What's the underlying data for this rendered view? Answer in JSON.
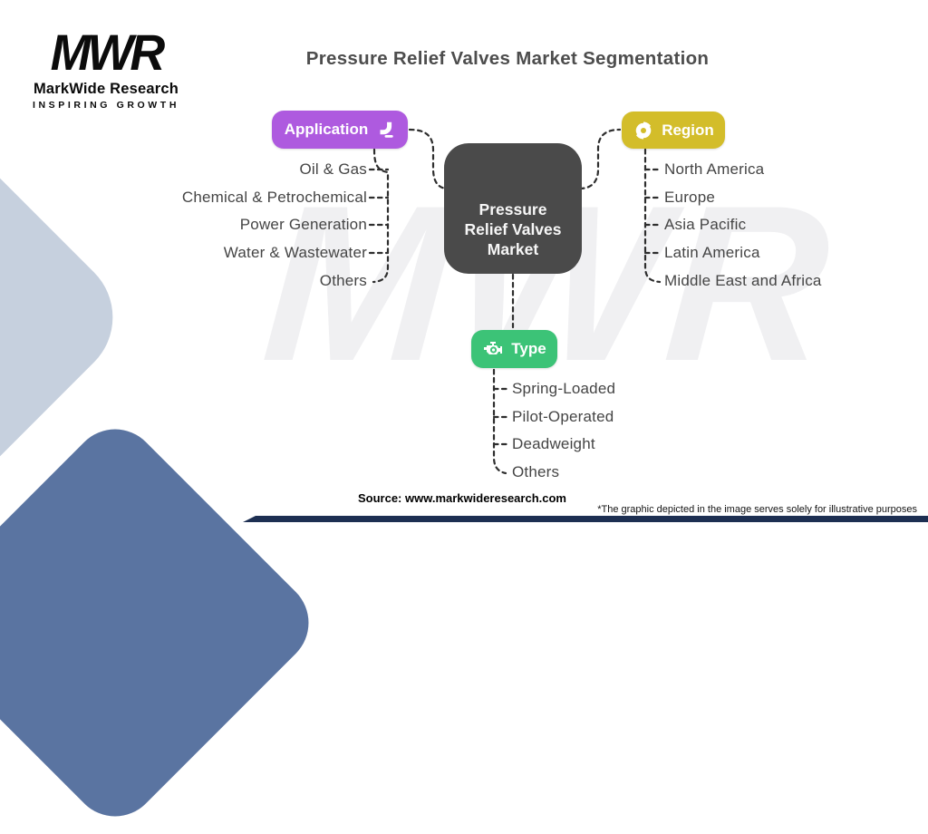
{
  "page": {
    "title": "Pressure Relief Valves Market Segmentation",
    "source": "Source: www.markwideresearch.com",
    "footnote": "*The graphic depicted in the image serves solely for illustrative purposes"
  },
  "logo": {
    "monogram": "MWR",
    "name": "MarkWide Research",
    "tagline": "INSPIRING GROWTH"
  },
  "watermark": "MWR",
  "colors": {
    "center_node": "#4a4a4a",
    "application": "#ae5adf",
    "region": "#d3bd2a",
    "type": "#3cc377",
    "connector": "#2e2e2e",
    "bottom_bar": "#1d2f52",
    "diamond_light": "#c6d0de",
    "diamond_slate": "#5a74a1"
  },
  "diagram": {
    "center": {
      "label": "Pressure Relief Valves Market",
      "lines": [
        "Pressure",
        "Relief Valves",
        "Market"
      ]
    },
    "branches": [
      {
        "id": "application",
        "label": "Application",
        "color": "#ae5adf",
        "icon": "pipe-icon",
        "items": [
          "Oil & Gas",
          "Chemical & Petrochemical",
          "Power Generation",
          "Water & Wastewater",
          "Others"
        ]
      },
      {
        "id": "region",
        "label": "Region",
        "color": "#d3bd2a",
        "icon": "globe-icon",
        "items": [
          "North America",
          "Europe",
          "Asia Pacific",
          "Latin America",
          "Middle East and Africa"
        ]
      },
      {
        "id": "type",
        "label": "Type",
        "color": "#3cc377",
        "icon": "engine-icon",
        "items": [
          "Spring-Loaded",
          "Pilot-Operated",
          "Deadweight",
          "Others"
        ]
      }
    ]
  }
}
